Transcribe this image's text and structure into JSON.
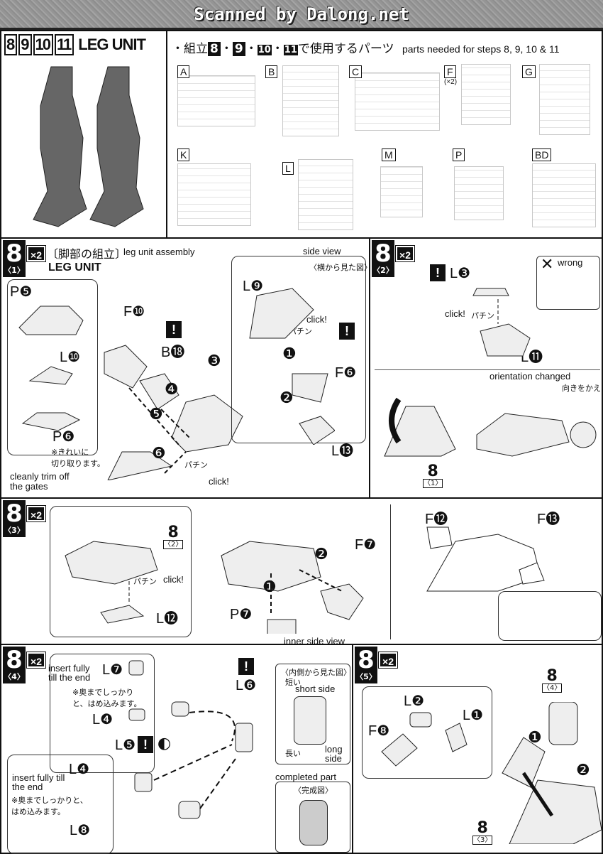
{
  "header": {
    "watermark": "Scanned by Dalong.net"
  },
  "top": {
    "steps": [
      "8",
      "9",
      "10",
      "11"
    ],
    "title": "LEG UNIT",
    "parts_jp_pre": "・組立",
    "parts_jp_steps": [
      "8",
      "9",
      "10",
      "11"
    ],
    "parts_jp_post": "で使用するパーツ",
    "parts_en": "parts needed for steps 8, 9, 10 & 11",
    "runners": [
      "A",
      "B",
      "C",
      "F",
      "G",
      "K",
      "L",
      "M",
      "P",
      "BD"
    ],
    "f_qty": "(×2)"
  },
  "step1": {
    "no": "8",
    "sub": "〈1〉",
    "qty": "×2",
    "title_jp": "〔脚部の組立〕",
    "title_en": "leg unit assembly",
    "title": "LEG UNIT",
    "labels": [
      "P❺",
      "L❿",
      "P❻",
      "F❿",
      "B⓲",
      "L❾",
      "F❻",
      "L⓭"
    ],
    "nums": [
      "❸",
      "❹",
      "❺",
      "❻",
      "❶",
      "❷"
    ],
    "trim_jp": "※きれいに\n切り取ります。",
    "trim_en": "cleanly trim off the gates",
    "click": "click!",
    "pachin": "パチン",
    "side_view": "side view",
    "side_view_jp": "〈横から見た図〉"
  },
  "step2": {
    "no": "8",
    "sub": "〈2〉",
    "qty": "×2",
    "labels": [
      "L❸",
      "L⓫"
    ],
    "wrong": "wrong",
    "click": "click!",
    "pachin": "パチン",
    "orientation": "orientation changed",
    "orientation_jp": "向きをかえます。",
    "ref_no": "8",
    "ref_sub": "〈1〉"
  },
  "step3": {
    "no": "8",
    "sub": "〈3〉",
    "qty": "×2",
    "ref_no": "8",
    "ref_sub": "〈2〉",
    "pachin": "パチン",
    "click": "click!",
    "labels": [
      "L⓬",
      "F❼",
      "P❼",
      "F⓬",
      "F⓭"
    ],
    "nums": [
      "❶",
      "❷"
    ]
  },
  "step4": {
    "no": "8",
    "sub": "〈4〉",
    "qty": "×2",
    "insert": "insert fully till the end",
    "insert_jp": "※奥までしっかりと、はめ込みます。",
    "labels": [
      "L❼",
      "L❹",
      "L❺",
      "L❻",
      "L❹",
      "L❽"
    ],
    "inner": "inner side view",
    "inner_jp": "〈内側から見た図〉",
    "short_jp": "短い",
    "short": "short side",
    "long_jp": "長い",
    "long": "long side",
    "completed": "completed part",
    "completed_jp": "〈完成図〉"
  },
  "step5": {
    "no": "8",
    "sub": "〈5〉",
    "qty": "×2",
    "labels": [
      "L❷",
      "L❶",
      "F❽"
    ],
    "nums": [
      "❶",
      "❷"
    ],
    "ref1_no": "8",
    "ref1_sub": "〈4〉",
    "ref2_no": "8",
    "ref2_sub": "〈3〉"
  }
}
